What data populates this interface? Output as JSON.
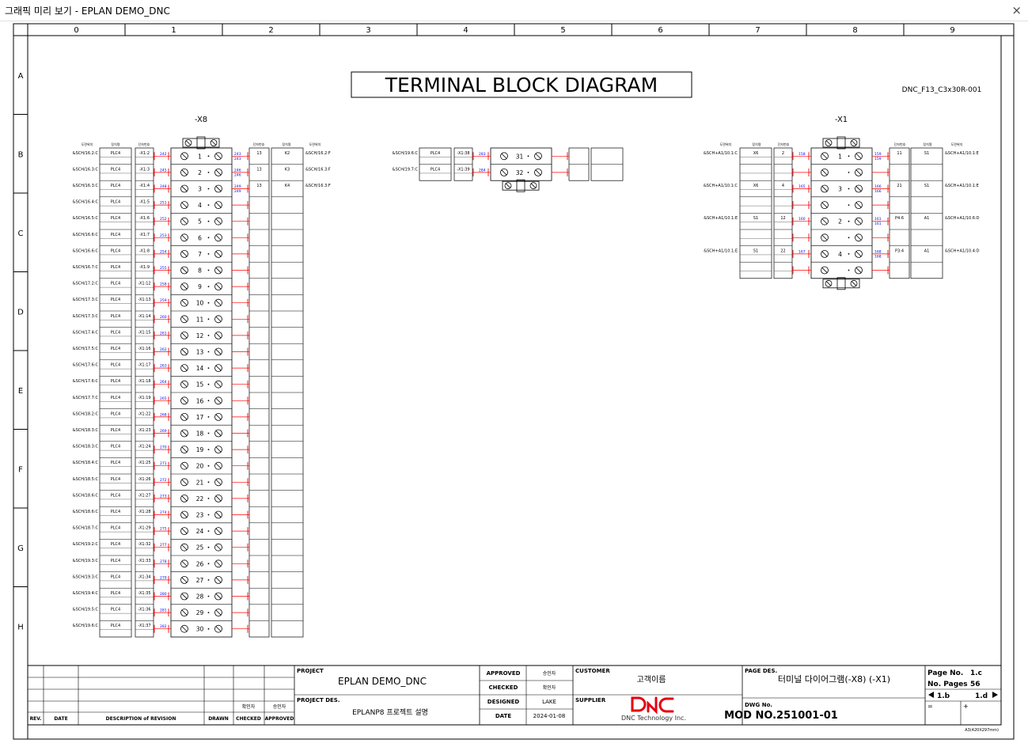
{
  "window": {
    "title": "그래픽 미리 보기 - EPLAN DEMO_DNC",
    "close": "×"
  },
  "colors": {
    "wire": "#ff0000",
    "label": "#0000ff",
    "line": "#000000"
  },
  "grid": {
    "cols": [
      "0",
      "1",
      "2",
      "3",
      "4",
      "5",
      "6",
      "7",
      "8",
      "9"
    ],
    "rows": [
      "A",
      "B",
      "C",
      "D",
      "E",
      "F",
      "G",
      "H"
    ]
  },
  "diagram": {
    "title": "TERMINAL BLOCK DIAGRAM",
    "drawing_id": "DNC_F13_C3x30R-001"
  },
  "x8": {
    "name": "-X8",
    "headers": {
      "loc_left": "도면위치",
      "dev_left": "장치명",
      "term_left": "단자번호",
      "term_right": "단자번호",
      "dev_right": "장치명",
      "loc_right": "도면위치"
    },
    "rows": [
      {
        "loc": "&SCH/16.2:C",
        "dev": "PLC4",
        "term": "-X1:2",
        "w1": "242",
        "n": "1",
        "w2": "243",
        "w3": "243",
        "rterm": "13",
        "rdev": "K2",
        "rloc": "&SCH/16.2:F"
      },
      {
        "loc": "&SCH/16.3:C",
        "dev": "PLC4",
        "term": "-X1:3",
        "w1": "245",
        "n": "2",
        "w2": "246",
        "w3": "246",
        "rterm": "13",
        "rdev": "K3",
        "rloc": "&SCH/16.3:F"
      },
      {
        "loc": "&SCH/16.3:C",
        "dev": "PLC4",
        "term": "-X1:4",
        "w1": "248",
        "n": "3",
        "w2": "249",
        "w3": "249",
        "rterm": "13",
        "rdev": "K4",
        "rloc": "&SCH/16.3:F"
      },
      {
        "loc": "&SCH/16.4:C",
        "dev": "PLC4",
        "term": "-X1:5",
        "w1": "251",
        "n": "4"
      },
      {
        "loc": "&SCH/16.5:C",
        "dev": "PLC4",
        "term": "-X1:6",
        "w1": "252",
        "n": "5"
      },
      {
        "loc": "&SCH/16.6:C",
        "dev": "PLC4",
        "term": "-X1:7",
        "w1": "253",
        "n": "6"
      },
      {
        "loc": "&SCH/16.6:C",
        "dev": "PLC4",
        "term": "-X1:8",
        "w1": "254",
        "n": "7"
      },
      {
        "loc": "&SCH/16.7:C",
        "dev": "PLC4",
        "term": "-X1:9",
        "w1": "255",
        "n": "8"
      },
      {
        "loc": "&SCH/17.2:C",
        "dev": "PLC4",
        "term": "-X1:12",
        "w1": "258",
        "n": "9"
      },
      {
        "loc": "&SCH/17.3:C",
        "dev": "PLC4",
        "term": "-X1:13",
        "w1": "259",
        "n": "10"
      },
      {
        "loc": "&SCH/17.3:C",
        "dev": "PLC4",
        "term": "-X1:14",
        "w1": "260",
        "n": "11"
      },
      {
        "loc": "&SCH/17.4:C",
        "dev": "PLC4",
        "term": "-X1:15",
        "w1": "261",
        "n": "12"
      },
      {
        "loc": "&SCH/17.5:C",
        "dev": "PLC4",
        "term": "-X1:16",
        "w1": "262",
        "n": "13"
      },
      {
        "loc": "&SCH/17.6:C",
        "dev": "PLC4",
        "term": "-X1:17",
        "w1": "263",
        "n": "14"
      },
      {
        "loc": "&SCH/17.6:C",
        "dev": "PLC4",
        "term": "-X1:18",
        "w1": "264",
        "n": "15"
      },
      {
        "loc": "&SCH/17.7:C",
        "dev": "PLC4",
        "term": "-X1:19",
        "w1": "265",
        "n": "16"
      },
      {
        "loc": "&SCH/18.2:C",
        "dev": "PLC4",
        "term": "-X1:22",
        "w1": "268",
        "n": "17"
      },
      {
        "loc": "&SCH/18.3:C",
        "dev": "PLC4",
        "term": "-X1:23",
        "w1": "269",
        "n": "18"
      },
      {
        "loc": "&SCH/18.3:C",
        "dev": "PLC4",
        "term": "-X1:24",
        "w1": "270",
        "n": "19"
      },
      {
        "loc": "&SCH/18.4:C",
        "dev": "PLC4",
        "term": "-X1:25",
        "w1": "271",
        "n": "20"
      },
      {
        "loc": "&SCH/18.5:C",
        "dev": "PLC4",
        "term": "-X1:26",
        "w1": "272",
        "n": "21"
      },
      {
        "loc": "&SCH/18.6:C",
        "dev": "PLC4",
        "term": "-X1:27",
        "w1": "273",
        "n": "22"
      },
      {
        "loc": "&SCH/18.6:C",
        "dev": "PLC4",
        "term": "-X1:28",
        "w1": "274",
        "n": "23"
      },
      {
        "loc": "&SCH/18.7:C",
        "dev": "PLC4",
        "term": "-X1:29",
        "w1": "275",
        "n": "24"
      },
      {
        "loc": "&SCH/19.2:C",
        "dev": "PLC4",
        "term": "-X1:32",
        "w1": "277",
        "n": "25"
      },
      {
        "loc": "&SCH/19.3:C",
        "dev": "PLC4",
        "term": "-X1:33",
        "w1": "278",
        "n": "26"
      },
      {
        "loc": "&SCH/19.3:C",
        "dev": "PLC4",
        "term": "-X1:34",
        "w1": "279",
        "n": "27"
      },
      {
        "loc": "&SCH/19.4:C",
        "dev": "PLC4",
        "term": "-X1:35",
        "w1": "280",
        "n": "28"
      },
      {
        "loc": "&SCH/19.5:C",
        "dev": "PLC4",
        "term": "-X1:36",
        "w1": "281",
        "n": "29"
      },
      {
        "loc": "&SCH/19.6:C",
        "dev": "PLC4",
        "term": "-X1:37",
        "w1": "282",
        "n": "30"
      }
    ]
  },
  "mid": {
    "rows": [
      {
        "loc": "&SCH/19.6:C",
        "dev": "PLC4",
        "term": "-X1:38",
        "w1": "283",
        "n": "31"
      },
      {
        "loc": "&SCH/19.7:C",
        "dev": "PLC4",
        "term": "-X1:39",
        "w1": "284",
        "n": "32"
      }
    ]
  },
  "x1": {
    "name": "-X1",
    "headers": {
      "loc_left": "도면위치",
      "dev_left": "장치명",
      "term_left": "단자번호",
      "term_right": "단자번호",
      "dev_right": "장치명",
      "loc_right": "도면위치"
    },
    "rows": [
      {
        "loc": "&SCH+A1/10.1:C",
        "dev": "X6",
        "term": "2",
        "w1": "158",
        "n": "1",
        "w2": "159",
        "w3": "159",
        "rterm": "11",
        "rdev": "S1",
        "rloc": "&SCH+A1/10.1:E"
      },
      {
        "loc": "",
        "dev": "",
        "term": "",
        "w1": "",
        "n": ""
      },
      {
        "loc": "&SCH+A1/10.1:C",
        "dev": "X6",
        "term": "4",
        "w1": "165",
        "n": "3",
        "w2": "166",
        "w3": "166",
        "rterm": "21",
        "rdev": "S1",
        "rloc": "&SCH+A1/10.1:E"
      },
      {
        "loc": "",
        "dev": "",
        "term": "",
        "w1": "",
        "n": ""
      },
      {
        "loc": "&SCH+A1/10.1:E",
        "dev": "S1",
        "term": "12",
        "w1": "160",
        "n": "2",
        "w2": "161",
        "w3": "161",
        "rterm": "P4:6",
        "rdev": "A1",
        "rloc": "&SCH+A1/10.6:D"
      },
      {
        "loc": "",
        "dev": "",
        "term": "",
        "w1": "",
        "n": ""
      },
      {
        "loc": "&SCH+A1/10.1:E",
        "dev": "S1",
        "term": "22",
        "w1": "167",
        "n": "4",
        "w2": "168",
        "w3": "168",
        "rterm": "P3:4",
        "rdev": "A1",
        "rloc": "&SCH+A1/10.4:D"
      },
      {
        "loc": "",
        "dev": "",
        "term": "",
        "w1": "",
        "n": ""
      }
    ]
  },
  "titleblock": {
    "rev_cols": {
      "rev": "REV.",
      "date": "DATE",
      "desc": "DESCRIPTION of REVISION",
      "drawn": "DRAWN",
      "checked": "CHECKED",
      "approved": "APPROVED",
      "check_kr": "확인자",
      "approve_kr": "승인자"
    },
    "project_label": "PROJECT",
    "project": "EPLAN DEMO_DNC",
    "project_des_label": "PROJECT DES.",
    "project_des": "EPLANP8 프로젝트 설명",
    "approved_label": "APPROVED",
    "approved_val": "승인자",
    "checked_label": "CHECKED",
    "checked_val": "확인자",
    "designed_label": "DESIGNED",
    "designed_val": "LAKE",
    "date_label": "DATE",
    "date_val": "2024-01-08",
    "customer_label": "CUSTOMER",
    "customer": "고객이름",
    "supplier_label": "SUPPLIER",
    "supplier_logo": "DNC",
    "supplier_name": "DNC Technology Inc.",
    "page_des_label": "PAGE DES.",
    "page_des": "터미널 다이어그램(-X8) (-X1)",
    "dwg_label": "DWG No.",
    "dwg_no": "MOD NO.251001-01",
    "page_no_label": "Page No.",
    "page_no": "1.c",
    "no_pages_label": "No. Pages",
    "no_pages": "56",
    "prev_page": "1.b",
    "next_page": "1.d",
    "eq": "=",
    "plus": "+",
    "paper": "A3(420X297mm)"
  }
}
